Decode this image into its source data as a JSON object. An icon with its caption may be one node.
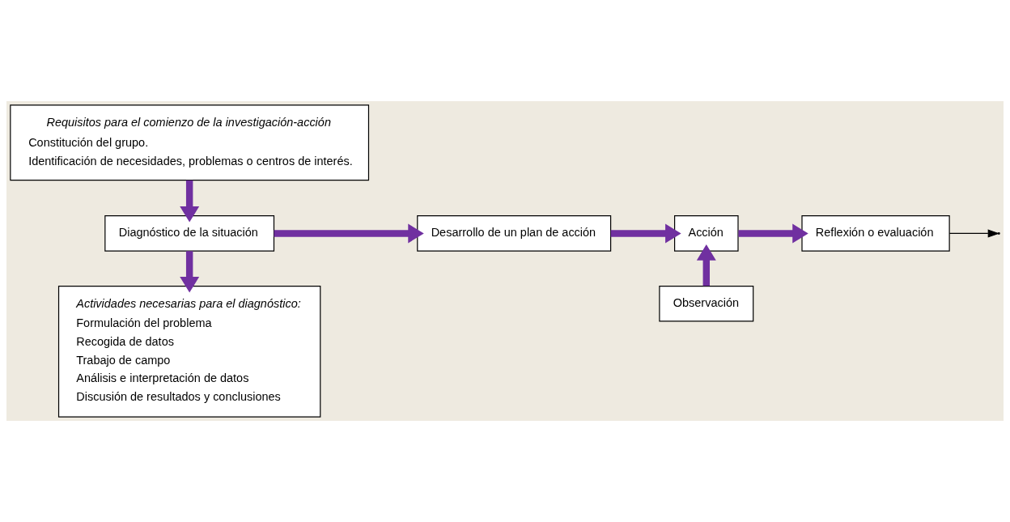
{
  "diagram": {
    "nodes": [
      {
        "text": [
          "Requisitos para el comienzo de la investigación-acción",
          "Constitución del grupo.",
          "Identificación de necesidades, problemas o centros de interés."
        ]
      },
      {
        "text": [
          "Diagnóstico de la situación"
        ]
      },
      {
        "text": [
          "Desarrollo de un plan de acción"
        ]
      },
      {
        "text": [
          "Acción"
        ]
      },
      {
        "text": [
          "Reflexión o evaluación"
        ]
      },
      {
        "text": [
          "Observación"
        ]
      },
      {
        "text": [
          "Actividades necesarias para el diagnóstico:",
          "Formulación del problema",
          "Recogida de datos",
          "Trabajo de campo",
          "Análisis e interpretación de datos",
          "Discusión de resultados y conclusiones"
        ]
      }
    ],
    "edges": [
      {
        "from": 0,
        "to": 1,
        "arrow": "to"
      },
      {
        "from": 1,
        "to": 6,
        "arrow": "to"
      },
      {
        "from": 1,
        "to": 2,
        "arrow": "to"
      },
      {
        "from": 2,
        "to": 3,
        "arrow": "to"
      },
      {
        "from": 3,
        "to": 4,
        "arrow": "to"
      },
      {
        "from": 5,
        "to": 3,
        "arrow": "to"
      },
      {
        "from": 4,
        "to": null,
        "arrow": "to",
        "color": "#000000"
      }
    ]
  }
}
